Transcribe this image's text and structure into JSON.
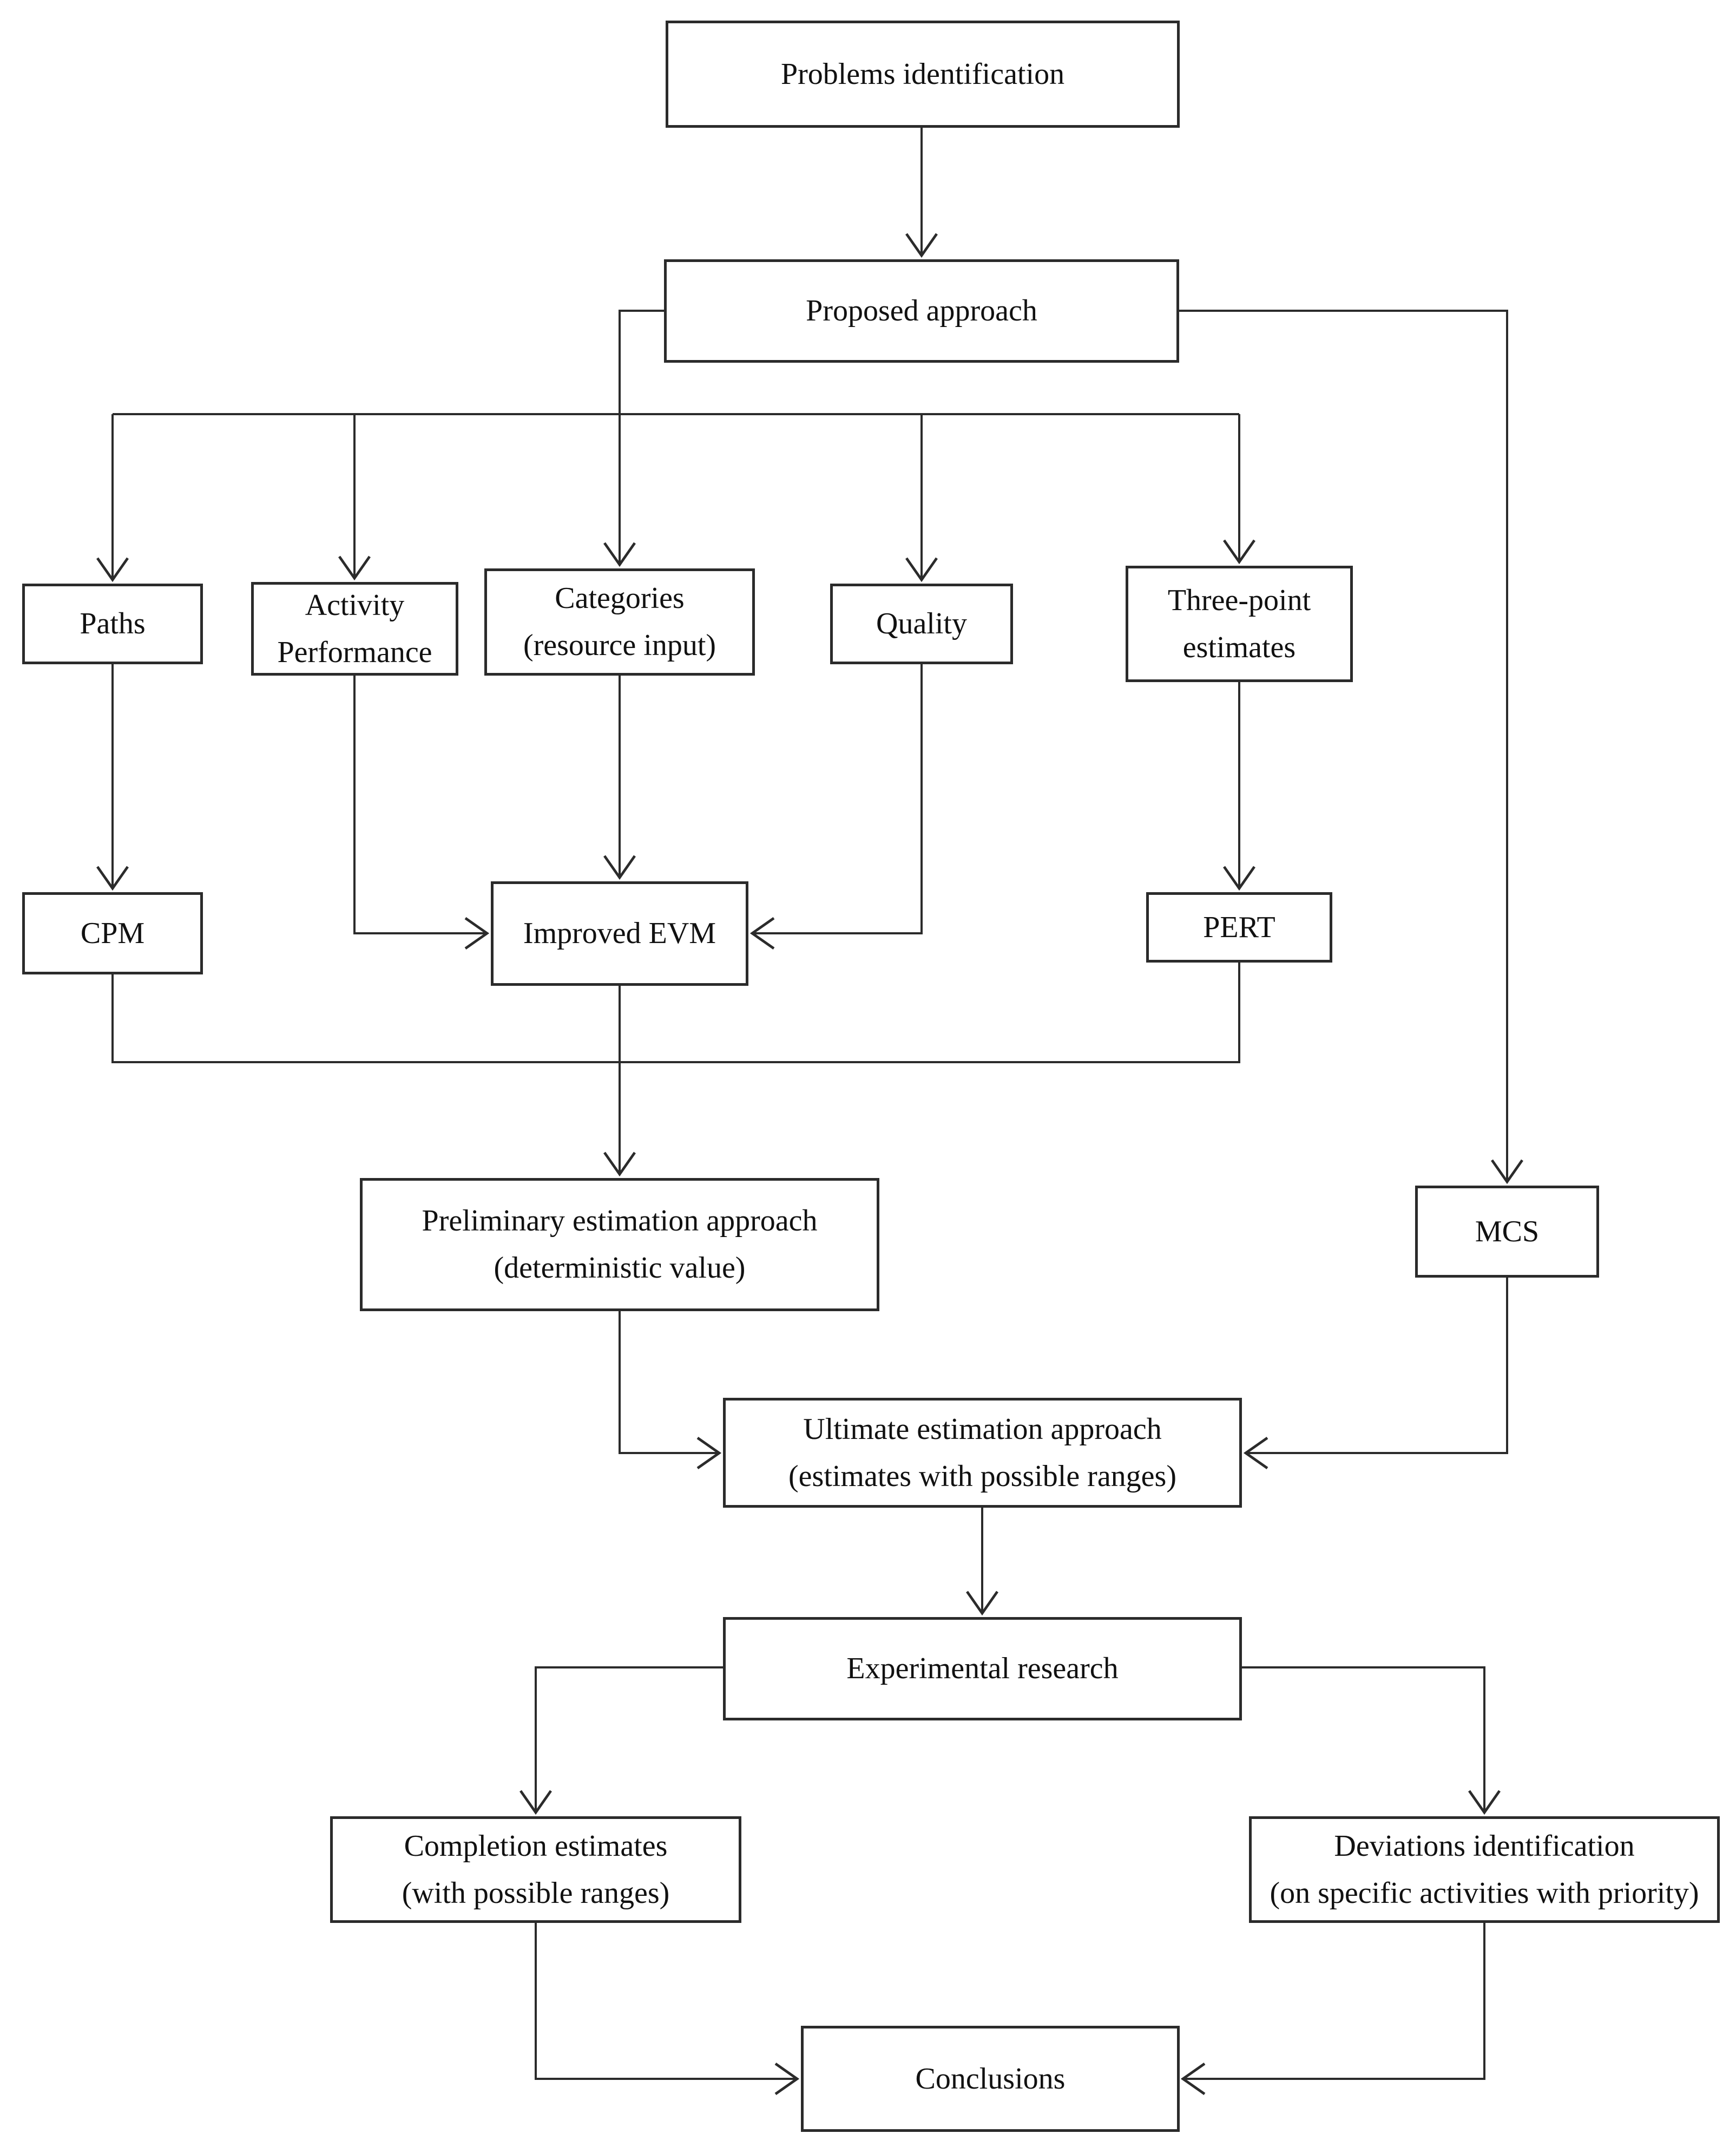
{
  "diagram": {
    "type": "flowchart",
    "colors": {
      "line": "#2b2b2b",
      "box_border": "#2b2b2b",
      "box_fill": "#ffffff",
      "background": "#ffffff",
      "text": "#111111"
    },
    "nodes": {
      "problems": {
        "label": "Problems identification"
      },
      "proposed": {
        "label": "Proposed approach"
      },
      "paths": {
        "label": "Paths"
      },
      "activity": {
        "label": "Activity\nPerformance"
      },
      "categories": {
        "label": "Categories\n(resource input)"
      },
      "quality": {
        "label": "Quality"
      },
      "three_point": {
        "label": "Three-point\nestimates"
      },
      "cpm": {
        "label": "CPM"
      },
      "improved_evm": {
        "label": "Improved EVM"
      },
      "pert": {
        "label": "PERT"
      },
      "preliminary": {
        "label": "Preliminary estimation approach\n(deterministic value)"
      },
      "mcs": {
        "label": "MCS"
      },
      "ultimate": {
        "label": "Ultimate estimation approach\n(estimates with possible ranges)"
      },
      "experimental": {
        "label": "Experimental research"
      },
      "completion": {
        "label": "Completion estimates\n(with possible ranges)"
      },
      "deviations": {
        "label": "Deviations identification\n(on specific activities with priority)"
      },
      "conclusions": {
        "label": "Conclusions"
      }
    },
    "edges": [
      {
        "from": "problems",
        "to": "proposed"
      },
      {
        "from": "proposed",
        "to": "paths"
      },
      {
        "from": "proposed",
        "to": "activity"
      },
      {
        "from": "proposed",
        "to": "categories"
      },
      {
        "from": "proposed",
        "to": "quality"
      },
      {
        "from": "proposed",
        "to": "three_point"
      },
      {
        "from": "proposed",
        "to": "mcs"
      },
      {
        "from": "paths",
        "to": "cpm"
      },
      {
        "from": "three_point",
        "to": "pert"
      },
      {
        "from": "activity",
        "to": "improved_evm"
      },
      {
        "from": "categories",
        "to": "improved_evm"
      },
      {
        "from": "quality",
        "to": "improved_evm"
      },
      {
        "from": "cpm",
        "to": "preliminary"
      },
      {
        "from": "improved_evm",
        "to": "preliminary"
      },
      {
        "from": "pert",
        "to": "preliminary"
      },
      {
        "from": "preliminary",
        "to": "ultimate"
      },
      {
        "from": "mcs",
        "to": "ultimate"
      },
      {
        "from": "ultimate",
        "to": "experimental"
      },
      {
        "from": "experimental",
        "to": "completion"
      },
      {
        "from": "experimental",
        "to": "deviations"
      },
      {
        "from": "completion",
        "to": "conclusions"
      },
      {
        "from": "deviations",
        "to": "conclusions"
      }
    ]
  }
}
